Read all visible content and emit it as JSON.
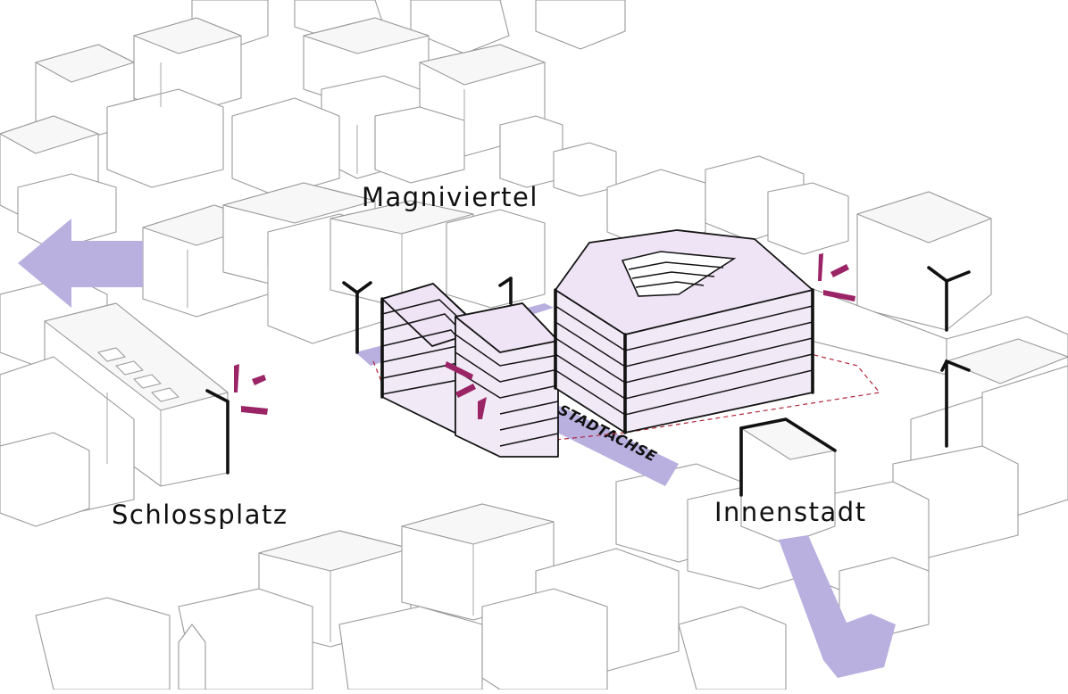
{
  "labels": {
    "magniviertel": "Magniviertel",
    "schlossplatz": "Schlossplatz",
    "innenstadt": "Innenstadt",
    "stadtachse": "STADTACHSE"
  },
  "colors": {
    "accent_lilac": "#b9b0e0",
    "highlight_magenta": "#9b2467",
    "building_fill": "#f1e9f6",
    "outline": "#141414",
    "context_line": "#9a9a9a"
  },
  "icons": [
    "arrow-west-icon",
    "arrow-southeast-icon",
    "sightline-burst-icon"
  ]
}
